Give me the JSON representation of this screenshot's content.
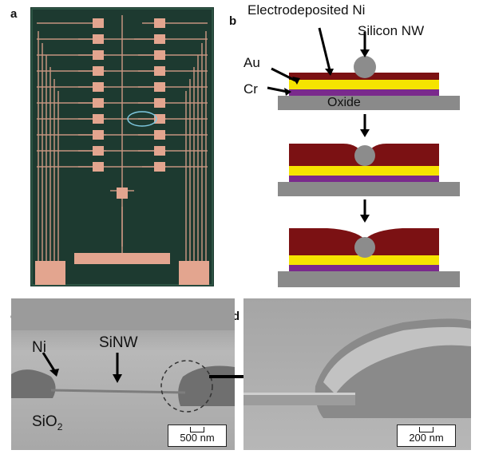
{
  "panels": {
    "a": {
      "label": "a"
    },
    "b": {
      "label": "b",
      "electrodeposited_ni": "Electrodeposited Ni",
      "silicon_nw": "Silicon NW",
      "au": "Au",
      "cr": "Cr",
      "oxide": "Oxide"
    },
    "c": {
      "label": "c",
      "ni": "Ni",
      "sinw": "SiNW",
      "sio2_main": "SiO",
      "sio2_sub": "2",
      "scale": "500 nm"
    },
    "d": {
      "label": "d",
      "scale": "200 nm"
    }
  },
  "colors": {
    "ni": "#7b1113",
    "au": "#f5e400",
    "cr": "#7a2a8c",
    "oxide": "#8a8a8a",
    "nanowire": "#8c8c8c",
    "chip_bg": "#1d3a30",
    "pad": "#e3a58f",
    "ellipse": "#7ec8e0"
  }
}
